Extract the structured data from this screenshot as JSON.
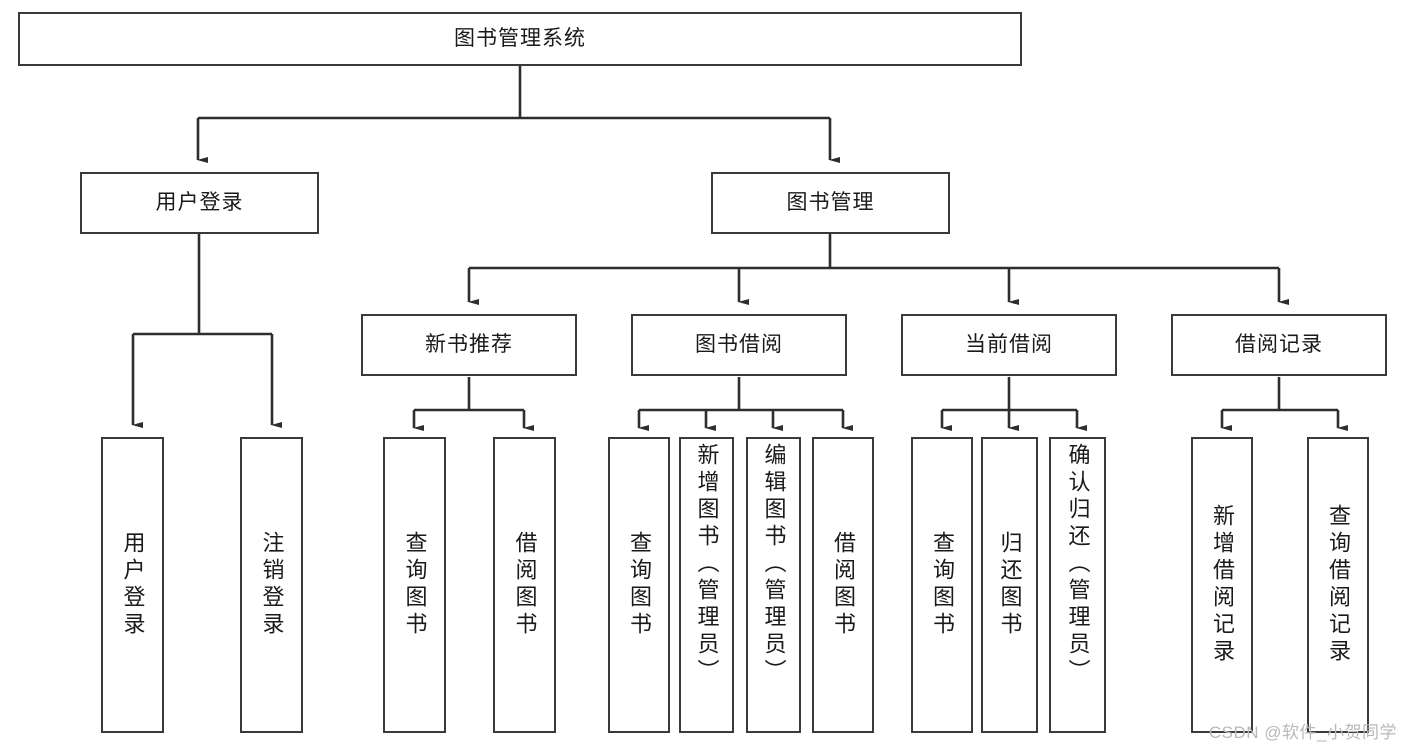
{
  "diagram": {
    "title": "图书管理系统",
    "type": "tree-hierarchy",
    "watermark": "CSDN @软件_小贺同学",
    "colors": {
      "box_border": "#3a3a3a",
      "box_fill": "#ffffff",
      "edge": "#2e2e2e",
      "text": "#1a1a1a",
      "watermark": "#b9b9b9"
    },
    "nodes": {
      "root": {
        "label": "图书管理系统",
        "level": 0,
        "orientation": "horizontal"
      },
      "l1": [
        {
          "id": "user-login",
          "label": "用户登录",
          "level": 1,
          "orientation": "horizontal"
        },
        {
          "id": "book-mgmt",
          "label": "图书管理",
          "level": 1,
          "orientation": "horizontal"
        }
      ],
      "l2": [
        {
          "id": "new-book-rec",
          "label": "新书推荐",
          "level": 2,
          "orientation": "horizontal"
        },
        {
          "id": "book-borrow",
          "label": "图书借阅",
          "level": 2,
          "orientation": "horizontal"
        },
        {
          "id": "current-borrow",
          "label": "当前借阅",
          "level": 2,
          "orientation": "horizontal"
        },
        {
          "id": "borrow-record",
          "label": "借阅记录",
          "level": 2,
          "orientation": "horizontal"
        }
      ],
      "leaves": {
        "user_login": [
          {
            "id": "leaf-user-login",
            "label": "用户登录",
            "align": "middle"
          },
          {
            "id": "leaf-user-logout",
            "label": "注销登录",
            "align": "middle"
          }
        ],
        "new_book_rec": [
          {
            "id": "leaf-query-book-1",
            "label": "查询图书",
            "align": "middle"
          },
          {
            "id": "leaf-borrow-book-1",
            "label": "借阅图书",
            "align": "middle"
          }
        ],
        "book_borrow": [
          {
            "id": "leaf-query-book-2",
            "label": "查询图书",
            "align": "middle"
          },
          {
            "id": "leaf-add-book",
            "label": "新增图书（管理员）",
            "align": "top"
          },
          {
            "id": "leaf-edit-book",
            "label": "编辑图书（管理员）",
            "align": "top"
          },
          {
            "id": "leaf-borrow-book-2",
            "label": "借阅图书",
            "align": "middle"
          }
        ],
        "current_borrow": [
          {
            "id": "leaf-query-book-3",
            "label": "查询图书",
            "align": "middle"
          },
          {
            "id": "leaf-return-book",
            "label": "归还图书",
            "align": "middle"
          },
          {
            "id": "leaf-confirm-return",
            "label": "确认归还（管理员）",
            "align": "top"
          }
        ],
        "borrow_record": [
          {
            "id": "leaf-add-record",
            "label": "新增借阅记录",
            "align": "middle"
          },
          {
            "id": "leaf-query-record",
            "label": "查询借阅记录",
            "align": "middle"
          }
        ]
      }
    }
  }
}
